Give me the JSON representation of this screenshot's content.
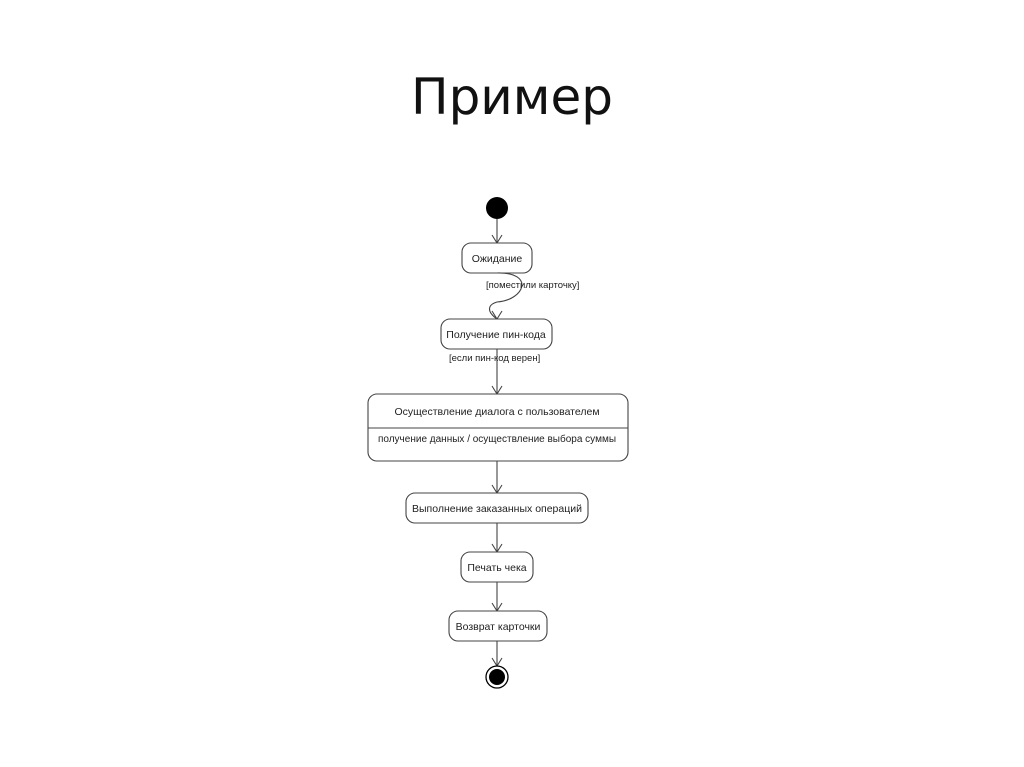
{
  "title": "Пример",
  "diagram": {
    "states": {
      "waiting": "Ожидание",
      "get_pin": "Получение пин-кода",
      "dialog": "Осуществление диалога с пользователем",
      "dialog_activity": "получение данных / осуществление выбора суммы",
      "execute": "Выполнение заказанных операций",
      "print": "Печать чека",
      "return_card": "Возврат карточки"
    },
    "guards": {
      "card_inserted": "[поместили карточку]",
      "pin_correct": "[если пин-код верен]"
    }
  }
}
